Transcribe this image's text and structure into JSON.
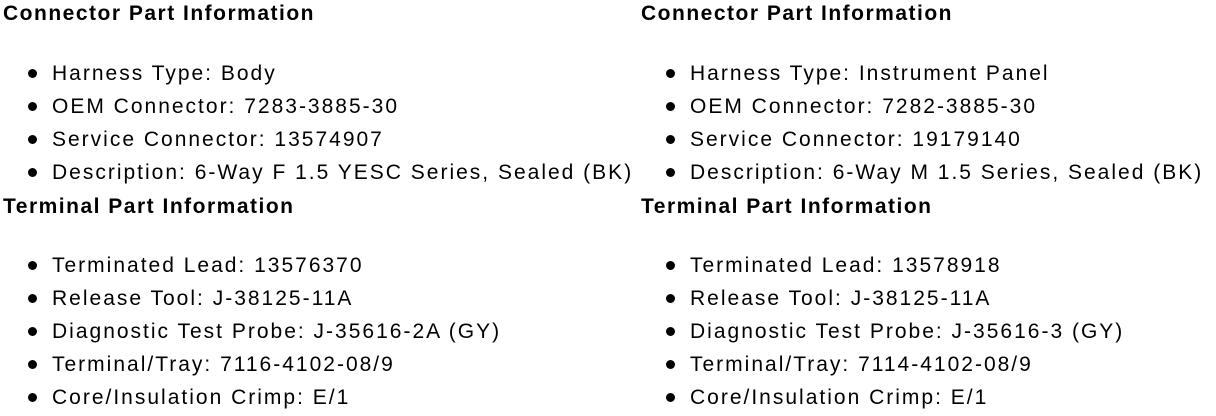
{
  "colors": {
    "background": "#ffffff",
    "text": "#000000"
  },
  "icons": {
    "bullet": "filled-circle"
  },
  "columns": [
    {
      "sections": [
        {
          "heading": "Connector Part Information",
          "items": [
            "Harness Type: Body",
            "OEM Connector: 7283-3885-30",
            "Service Connector: 13574907",
            "Description: 6-Way F 1.5 YESC Series, Sealed (BK)"
          ]
        },
        {
          "heading": "Terminal Part Information",
          "items": [
            "Terminated Lead: 13576370",
            "Release Tool: J-38125-11A",
            "Diagnostic Test Probe: J-35616-2A (GY)",
            "Terminal/Tray: 7116-4102-08/9",
            "Core/Insulation Crimp: E/1"
          ]
        }
      ]
    },
    {
      "sections": [
        {
          "heading": "Connector Part Information",
          "items": [
            "Harness Type: Instrument Panel",
            "OEM Connector: 7282-3885-30",
            "Service Connector: 19179140",
            "Description: 6-Way M 1.5 Series, Sealed (BK)"
          ]
        },
        {
          "heading": "Terminal Part Information",
          "items": [
            "Terminated Lead: 13578918",
            "Release Tool: J-38125-11A",
            "Diagnostic Test Probe: J-35616-3 (GY)",
            "Terminal/Tray: 7114-4102-08/9",
            "Core/Insulation Crimp: E/1"
          ]
        }
      ]
    }
  ]
}
